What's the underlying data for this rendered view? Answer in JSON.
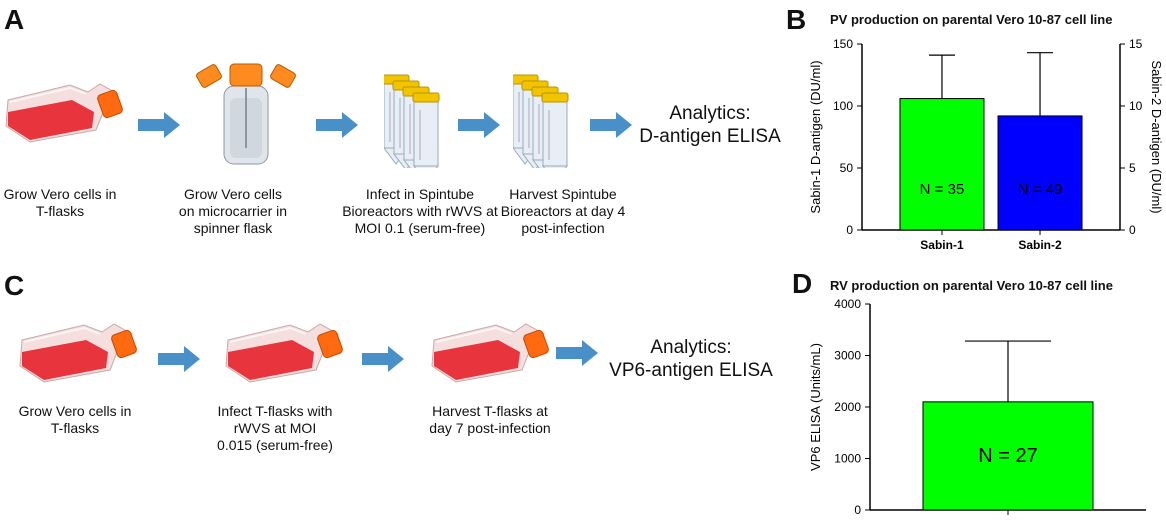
{
  "panels": {
    "A": {
      "letter": "A",
      "steps": [
        "Grow Vero cells in\nT-flasks",
        "Grow Vero cells\non microcarrier in\nspinner flask",
        "Infect in Spintube\nBioreactors with rWVS at\nMOI 0.1 (serum-free)",
        "Harvest Spintube\nBioreactors at day 4\npost-infection"
      ],
      "analytics": "Analytics:\nD-antigen ELISA"
    },
    "C": {
      "letter": "C",
      "steps": [
        "Grow Vero cells in\nT-flasks",
        "Infect T-flasks with\nrWVS at MOI\n0.015 (serum-free)",
        "Harvest T-flasks at\nday 7 post-infection"
      ],
      "analytics": "Analytics:\nVP6-antigen ELISA"
    },
    "B": {
      "letter": "B",
      "title": "PV production on parental Vero 10-87 cell line"
    },
    "D": {
      "letter": "D",
      "title": "RV production on parental Vero 10-87 cell line"
    }
  },
  "colors": {
    "arrow": "#4a90c8",
    "flask_medium": "#e8343c",
    "cap": "#ff6a10",
    "tube_cap": "#f2c400",
    "green": "#00ff00",
    "blue": "#0000ff"
  },
  "icons": [
    "t-flask-icon",
    "spinner-flask-icon",
    "spintube-icon",
    "arrow-right-icon"
  ],
  "chart_data": [
    {
      "type": "bar",
      "title": "PV production on parental Vero 10-87 cell line",
      "categories": [
        "Sabin-1",
        "Sabin-2"
      ],
      "series": [
        {
          "name": "Sabin-1",
          "axis": "left",
          "values": [
            106,
            null
          ],
          "error": [
            35,
            null
          ],
          "label": "N = 35",
          "color": "#00ff00"
        },
        {
          "name": "Sabin-2",
          "axis": "right",
          "values": [
            null,
            9.2
          ],
          "error": [
            null,
            5.1
          ],
          "label": "N = 49",
          "color": "#0000ff"
        }
      ],
      "ylabel": "Sabin-1 D-antigen (DU/ml)",
      "y2label": "Sabin-2 D-antigen (DU/ml)",
      "ylim": [
        0,
        150
      ],
      "y2lim": [
        0,
        15
      ],
      "yticks": [
        "0",
        "50",
        "100",
        "150"
      ],
      "y2ticks": [
        "0",
        "5",
        "10",
        "15"
      ],
      "grid": false
    },
    {
      "type": "bar",
      "title": "RV production on parental Vero 10-87 cell line",
      "categories": [
        ""
      ],
      "values": [
        2100
      ],
      "error": [
        1180
      ],
      "label": "N = 27",
      "color": "#00ff00",
      "ylabel": "VP6 ELISA (Units/mL)",
      "ylim": [
        0,
        4000
      ],
      "yticks": [
        "0",
        "1000",
        "2000",
        "3000",
        "4000"
      ],
      "grid": false
    }
  ]
}
